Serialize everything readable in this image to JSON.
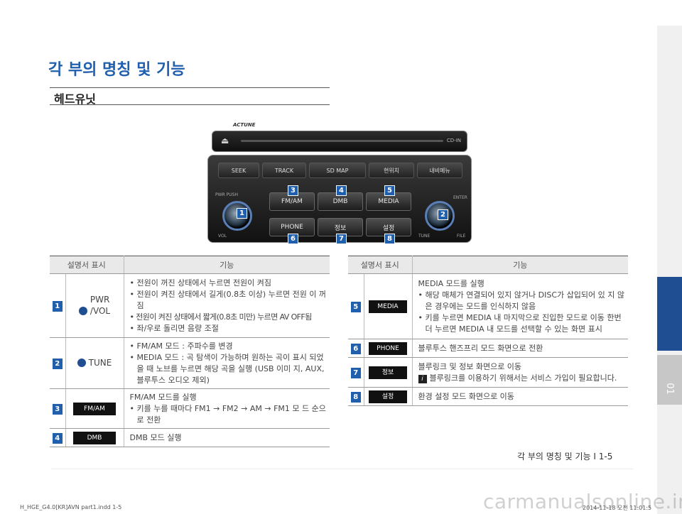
{
  "heading": "각 부의 명칭 및 기능",
  "section_title": "헤드유닛",
  "side_tab_number": "01",
  "device": {
    "brand": "ACTUNE",
    "cd_label": "CD-IN",
    "top_buttons": [
      "SEEK",
      "TRACK",
      "SD MAP",
      "현위치",
      "내비메뉴"
    ],
    "mid_buttons": [
      "FM/AM",
      "DMB",
      "MEDIA",
      "PHONE",
      "정보",
      "설정"
    ],
    "knob_labels": {
      "pwr": "PWR PUSH",
      "vol": "VOL",
      "enter": "ENTER",
      "tune": "TUNE",
      "file": "FILE"
    },
    "badges": [
      "1",
      "2",
      "3",
      "4",
      "5",
      "6",
      "7",
      "8"
    ]
  },
  "table_header": {
    "col1": "설명서 표시",
    "col2": "기능"
  },
  "left_rows": [
    {
      "num": "1",
      "control": "PWR\n/VOL",
      "lines": [
        "• 전원이 꺼진 상태에서 누르면 전원이 켜짐",
        "• 전원이 켜진 상태에서 길게(0.8초 이상) 누르면 전원 이 꺼짐",
        "• 전원이 켜진 상태에서 짧게(0.8초 미만) 누르면 AV OFF됨",
        "• 좌/우로 돌리면 음량 조절"
      ]
    },
    {
      "num": "2",
      "control": "TUNE",
      "lines": [
        "• FM/AM 모드 : 주파수를 변경",
        "• MEDIA 모드 : 곡 탐색이 가능하며 원하는 곡이 표시 되었을 때 노브를 누르면 해당 곡을 실행 (USB 이미 지, AUX, 블루투스 오디오 제외)"
      ]
    },
    {
      "num": "3",
      "control": "FM/AM",
      "lines": [
        "FM/AM 모드를 실행",
        "• 키를 누를 때마다 FM1 → FM2 → AM → FM1 모 드 순으로 전환"
      ]
    },
    {
      "num": "4",
      "control": "DMB",
      "lines": [
        "DMB 모드 실행"
      ]
    }
  ],
  "right_rows": [
    {
      "num": "5",
      "control": "MEDIA",
      "lines": [
        "MEDIA 모드를 실행",
        "• 해당 매체가 연결되어 있지 않거나 DISC가 삽입되어 있 지 않은 경우에는 모드를 인식하지 않음",
        "• 키를 누르면 MEDIA 내 마지막으로 진입한 모드로 이동 한번 더 누르면 MEDIA 내 모드를 선택할 수 있는 화면 표시"
      ]
    },
    {
      "num": "6",
      "control": "PHONE",
      "lines": [
        "블루투스 핸즈프리 모드 화면으로 전환"
      ]
    },
    {
      "num": "7",
      "control": "정보",
      "lines": [
        "블루링크 및 정보 화면으로 이동",
        "블루링크를 이용하기 위해서는 서비스 가입이 필요합니다."
      ]
    },
    {
      "num": "8",
      "control": "설정",
      "lines": [
        "환경 설정 모드 화면으로 이동"
      ]
    }
  ],
  "footer_page": "각 부의 명칭 및 기능 I 1-5",
  "print_left": "H_HGE_G4.0[KR]AVN part1.indd   1-5",
  "print_right": "2014-11-18   오전 11:01:5",
  "watermark": "carmanualsonline.info"
}
